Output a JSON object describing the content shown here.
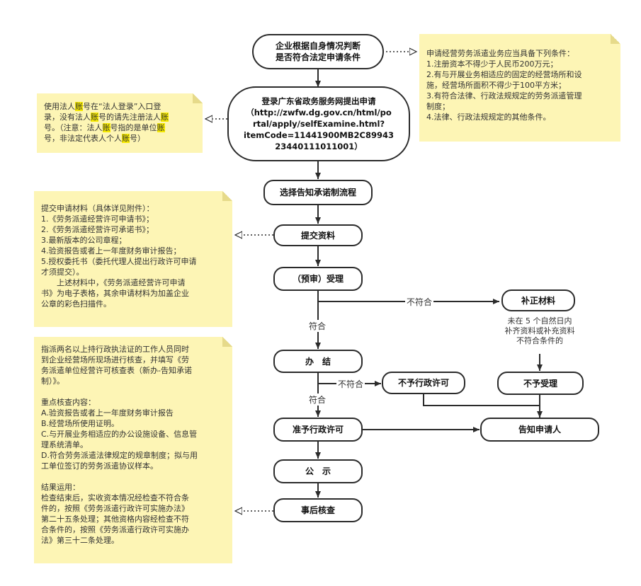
{
  "nodes": {
    "start_line1": "企业根据自身情况判断",
    "start_line2": "是否符合法定申请条件",
    "login_line1": "登录广东省政务服务网提出申请",
    "login_line2": "（http://zwfw.dg.gov.cn/html/po",
    "login_line3": "rtal/apply/selfExamine.html?",
    "login_line4": "itemCode=11441900MB2C89943",
    "login_line5": "23440111011001）",
    "choose_flow": "选择告知承诺制流程",
    "submit_materials": "提交资料",
    "pre_review": "（预审）受理",
    "supplement": "补正材料",
    "process": "办　结",
    "deny_permit": "不予行政许可",
    "not_accepted": "不予受理",
    "grant_permit": "准予行政许可",
    "notify_applicant": "告知申请人",
    "publicize": "公　示",
    "post_check": "事后核查"
  },
  "edge_labels": {
    "not_conform_1": "不符合",
    "conform_1": "符合",
    "not_conform_2": "不符合",
    "conform_2": "符合",
    "supplement_note_1": "未在 5 个自然日内",
    "supplement_note_2": "补齐资料或补充资料",
    "supplement_note_3": "不符合条件的"
  },
  "notes": {
    "conditions": [
      "申请经营劳务派遣业务应当具备下列条件：",
      "1.注册资本不得少于人民币200万元；",
      "2.有与开展业务相适应的固定的经营场所和设",
      "施，经营场所面积不得少于100平方米；",
      "3.有符合法律、行政法规规定的劳务派遣管理",
      "制度；",
      "4.法律、行政法规规定的其他条件。"
    ],
    "login_tip": [
      [
        "使用法人",
        "账",
        "号在“法人登录”入口登"
      ],
      [
        "录，没有法人",
        "账",
        "号的请先注册法人",
        "账"
      ],
      [
        "号。（注意：法人",
        "账",
        "号指的是单位",
        "账"
      ],
      [
        "号，非法定代表人个人",
        "账",
        "号）"
      ]
    ],
    "materials": [
      "提交申请材料（具体详见附件）：",
      "1.《劳务派遣经营许可申请书》；",
      "2.《劳务派遣经营许可承诺书》；",
      "3.最新版本的公司章程；",
      "4.验资报告或者上一年度财务审计报告；",
      "5.授权委托书（委托代理人提出行政许可申请",
      "才须提交）。",
      "　　上述材料中，《劳务派遣经营许可申请",
      "书》为电子表格，其余申请材料为加盖企业",
      "公章的彩色扫描件。"
    ],
    "inspection": [
      "指派两名以上持行政执法证的工作人员同时",
      "到企业经营场所现场进行核查，并填写《劳",
      "务派遣单位经营许可核查表（新办-告知承诺",
      "制）》。",
      "",
      "重点核查内容：",
      "A.验资报告或者上一年度财务审计报告",
      "B.经营场所使用证明。",
      "C.与开展业务相适应的办公设施设备、信息管",
      "理系统清单。",
      "D.符合劳务派遣法律规定的规章制度；拟与用",
      "工单位签订的劳务派遣协议样本。",
      "",
      "结果运用：",
      "检查结束后，实收资本情况经检查不符合条",
      "件的，按照《劳务派遣行政许可实施办法》",
      "第二十五条处理；其他资格内容经检查不符",
      "合条件的，按照《劳务派遣行政许可实施办",
      "法》第三十二条处理。"
    ]
  },
  "colors": {
    "note_bg": "#fdf5b5",
    "highlight": "#f6e900",
    "line": "#2b2b2b"
  }
}
